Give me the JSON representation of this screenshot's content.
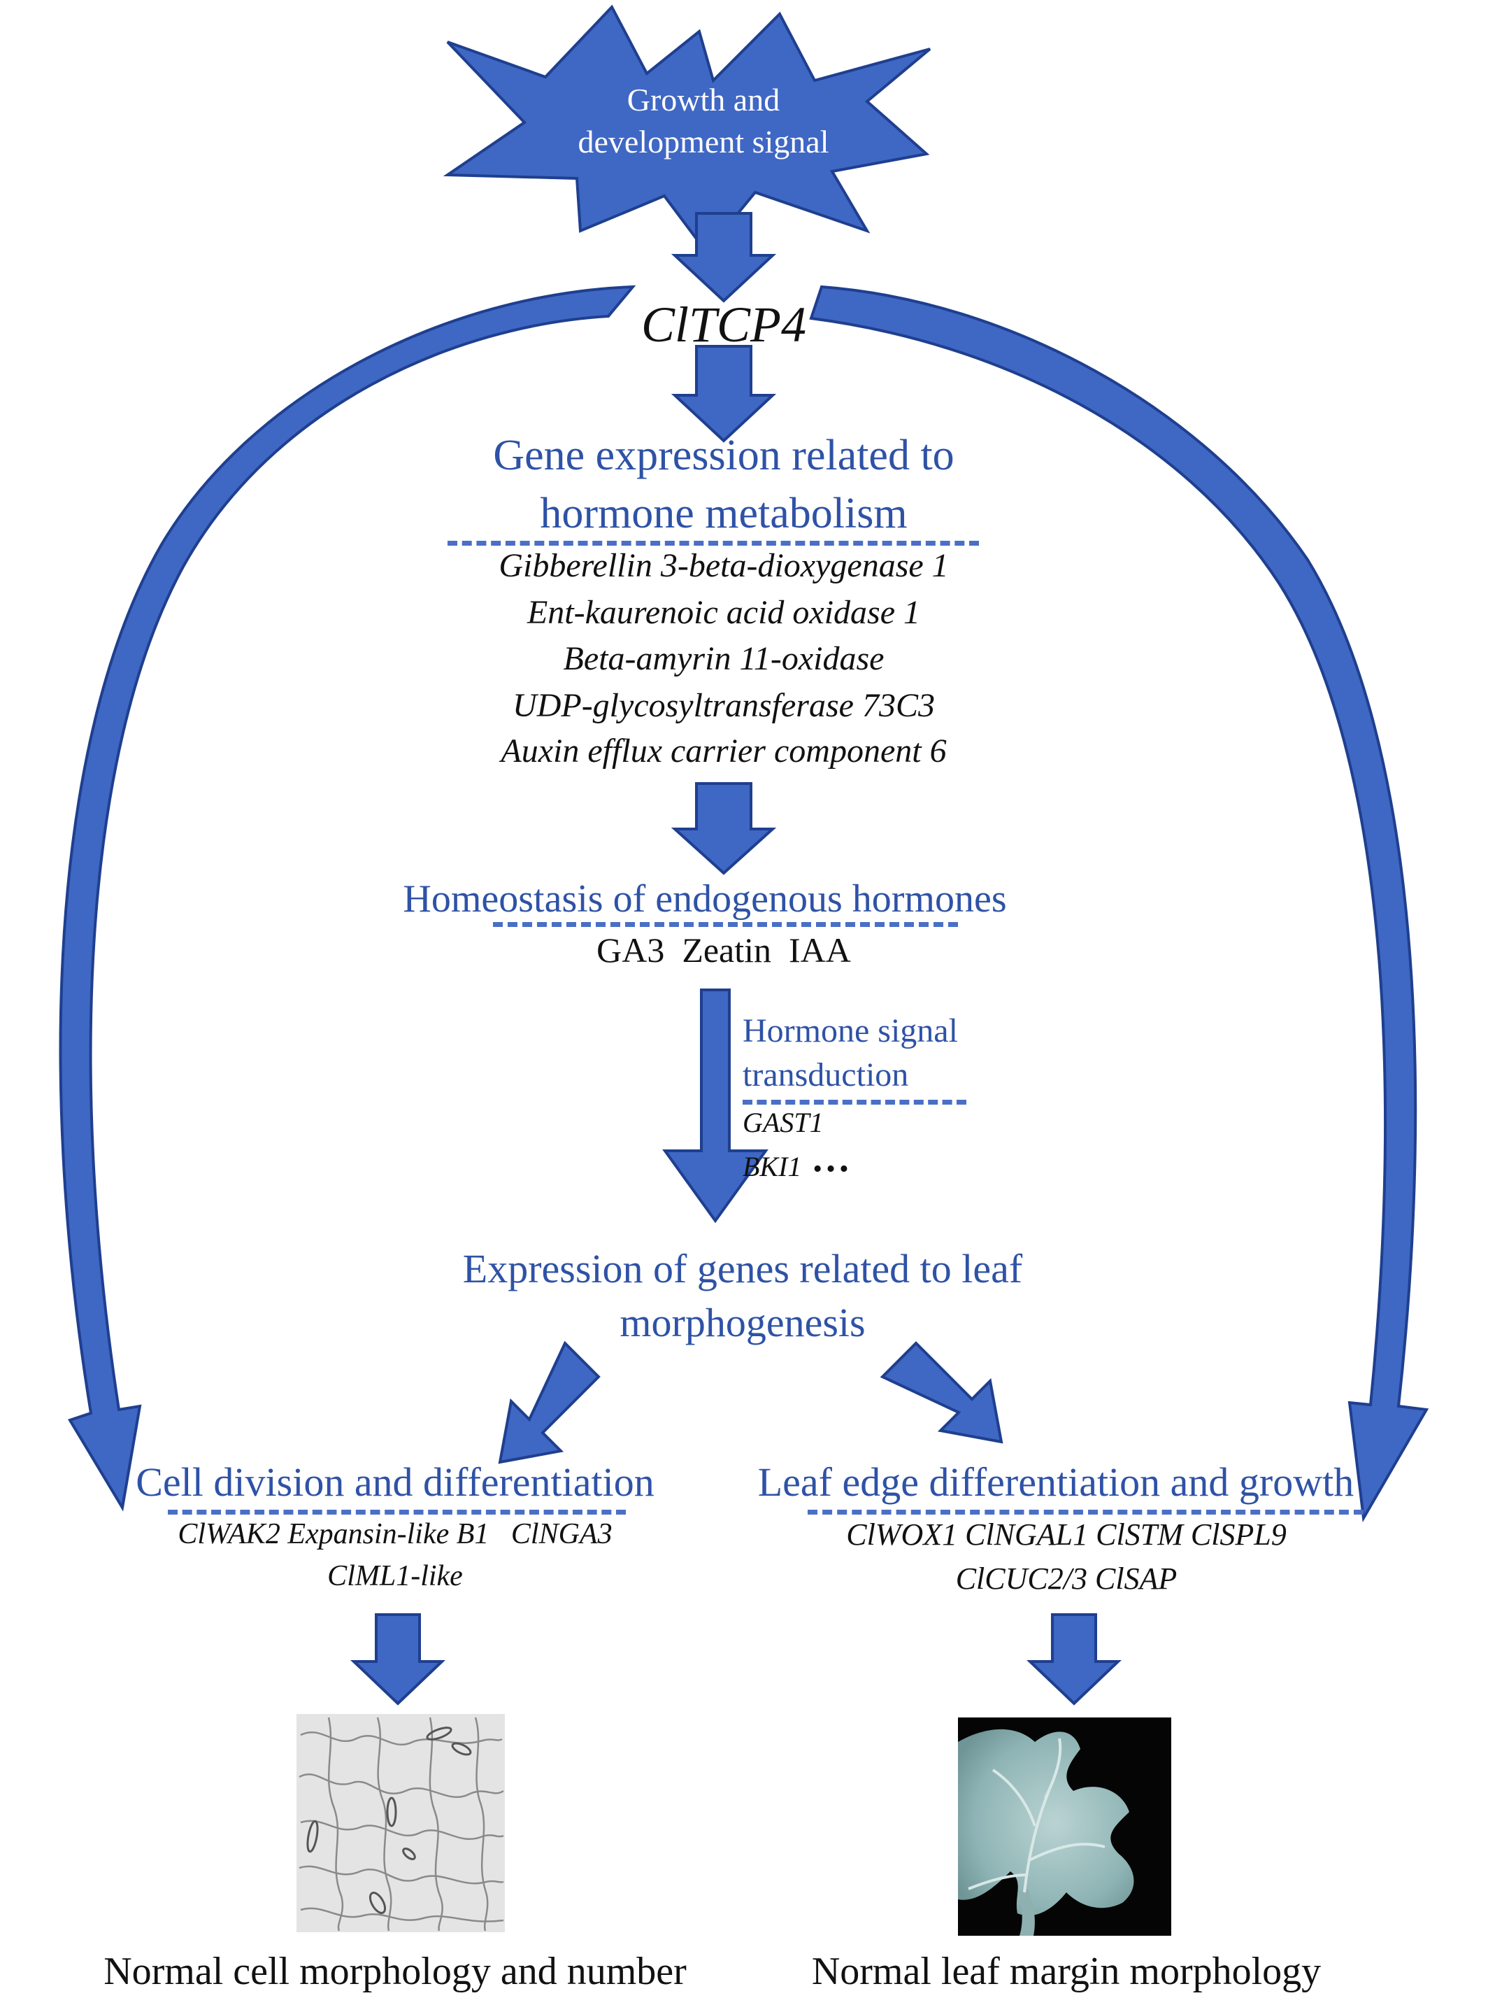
{
  "signal": {
    "label_line1": "Growth and",
    "label_line2": "development signal"
  },
  "central_gene": "ClTCP4",
  "hormone_gene_expression": {
    "title_line1": "Gene expression related to",
    "title_line2": "hormone metabolism",
    "genes": [
      "Gibberellin 3-beta-dioxygenase 1",
      "Ent-kaurenoic acid oxidase 1",
      "Beta-amyrin 11-oxidase",
      "UDP-glycosyltransferase 73C3",
      "Auxin efflux carrier component 6"
    ]
  },
  "homeostasis": {
    "title": "Homeostasis of endogenous hormones",
    "hormones": "GA3  Zeatin  IAA"
  },
  "signal_transduction": {
    "title_line1": "Hormone signal",
    "title_line2": "transduction",
    "gene1": "GAST1",
    "gene2": "BKI1",
    "ellipsis": "…"
  },
  "leaf_morphogenesis": {
    "title_line1": "Expression of genes related to leaf",
    "title_line2": "morphogenesis"
  },
  "cell_division": {
    "title": "Cell division and differentiation",
    "genes_line1": "ClWAK2 Expansin-like B1   ClNGA3",
    "genes_line2": "ClML1-like"
  },
  "leaf_edge": {
    "title": "Leaf edge differentiation and growth",
    "genes_line1": "ClWOX1 ClNGAL1 ClSTM ClSPL9",
    "genes_line2": "ClCUC2/3 ClSAP"
  },
  "outcomes": {
    "cell": "Normal cell morphology and number",
    "leaf": "Normal leaf margin morphology"
  },
  "colors": {
    "arrow_fill": "#3f67c4",
    "arrow_stroke": "#1f3f8f",
    "title_text": "#2e52a6",
    "separator": "#4a6fc7"
  }
}
